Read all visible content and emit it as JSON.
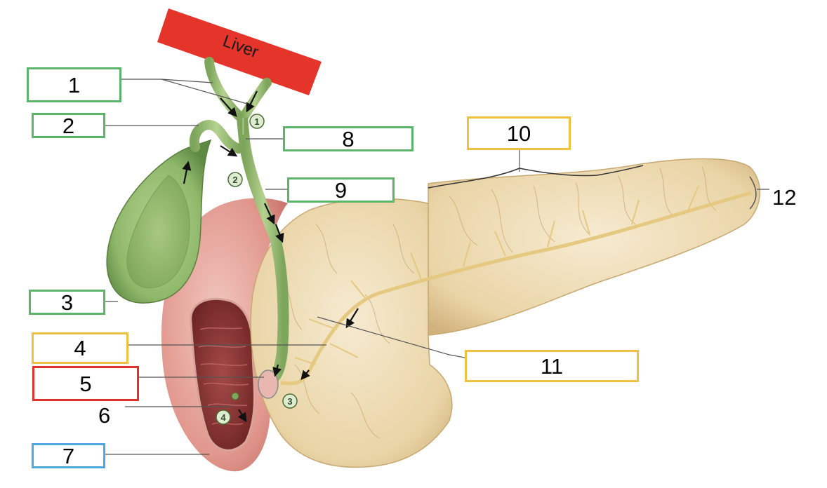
{
  "organ_label": "Liver",
  "labels": [
    {
      "id": "1",
      "text": "1",
      "style": "green"
    },
    {
      "id": "2",
      "text": "2",
      "style": "green"
    },
    {
      "id": "3",
      "text": "3",
      "style": "green"
    },
    {
      "id": "4",
      "text": "4",
      "style": "yellow"
    },
    {
      "id": "5",
      "text": "5",
      "style": "red"
    },
    {
      "id": "6",
      "text": "6",
      "style": "none"
    },
    {
      "id": "7",
      "text": "7",
      "style": "blue"
    },
    {
      "id": "8",
      "text": "8",
      "style": "green"
    },
    {
      "id": "9",
      "text": "9",
      "style": "green"
    },
    {
      "id": "10",
      "text": "10",
      "style": "yellow"
    },
    {
      "id": "11",
      "text": "11",
      "style": "yellow"
    },
    {
      "id": "12",
      "text": "12",
      "style": "none"
    }
  ],
  "flow_steps": [
    "1",
    "2",
    "3",
    "4"
  ],
  "colors": {
    "liver_banner": "#e5352b",
    "box_green": "#5bb56a",
    "box_yellow": "#f0c040",
    "box_red": "#e0342a",
    "box_blue": "#4fa6e0",
    "gallbladder": "#8fb86a",
    "duct": "#9cc07a",
    "pancreas": "#ecd9ad",
    "duodenum": "#e5a59d",
    "duodenum_inner": "#8c3a3a",
    "vessel": "#e6c981"
  }
}
